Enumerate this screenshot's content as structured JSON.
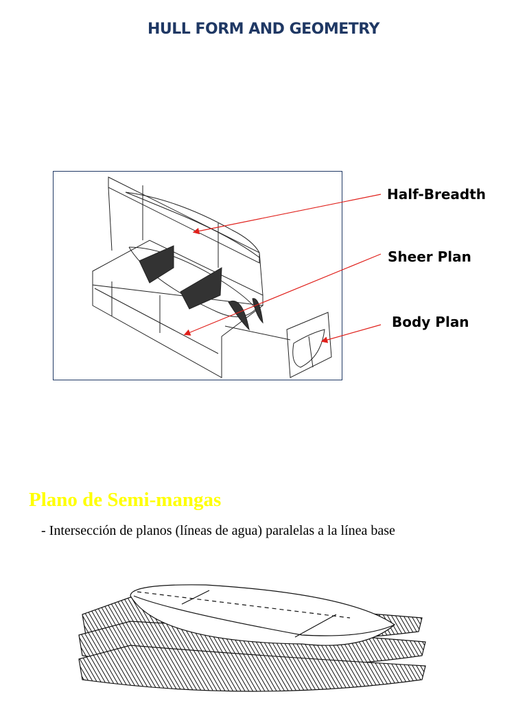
{
  "slide": {
    "title": "HULL FORM AND GEOMETRY",
    "title_color": "#1f3864"
  },
  "figure": {
    "frame_color": "#1f3864",
    "callouts": [
      {
        "label": "Half-Breadth"
      },
      {
        "label": "Sheer Plan"
      },
      {
        "label": "Body Plan"
      }
    ],
    "arrow_color": "#e0201b"
  },
  "section": {
    "heading": "Plano de Semi-mangas",
    "heading_color": "#ffff00",
    "bullet": "- Intersección de planos (líneas de agua) paralelas a la línea base"
  }
}
